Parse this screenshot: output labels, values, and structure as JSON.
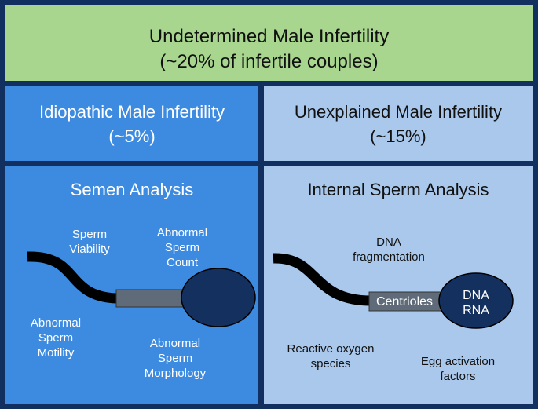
{
  "colors": {
    "border": "#11305f",
    "top_fill": "#a8d68f",
    "left_fill": "#3c8be0",
    "right_fill": "#a9c8ec",
    "sperm_head": "#13305f",
    "sperm_midpiece": "#5f6b78"
  },
  "top": {
    "line1": "Undetermined Male Infertility",
    "line2": "(~20% of infertile couples)"
  },
  "idiopathic": {
    "line1": "Idiopathic Male Infertility",
    "line2": "(~5%)"
  },
  "unexplained": {
    "line1": "Unexplained Male Infertility",
    "line2": "(~15%)"
  },
  "semen": {
    "title": "Semen Analysis",
    "viability": [
      "Sperm",
      "Viability"
    ],
    "count": [
      "Abnormal",
      "Sperm",
      "Count"
    ],
    "motility": [
      "Abnormal",
      "Sperm",
      "Motility"
    ],
    "morphology": [
      "Abnormal",
      "Sperm",
      "Morphology"
    ]
  },
  "internal": {
    "title": "Internal Sperm Analysis",
    "dna_frag": [
      "DNA",
      "fragmentation"
    ],
    "centrioles": "Centrioles",
    "head": [
      "DNA",
      "RNA"
    ],
    "ros": [
      "Reactive oxygen",
      "species"
    ],
    "egg": [
      "Egg activation",
      "factors"
    ]
  }
}
